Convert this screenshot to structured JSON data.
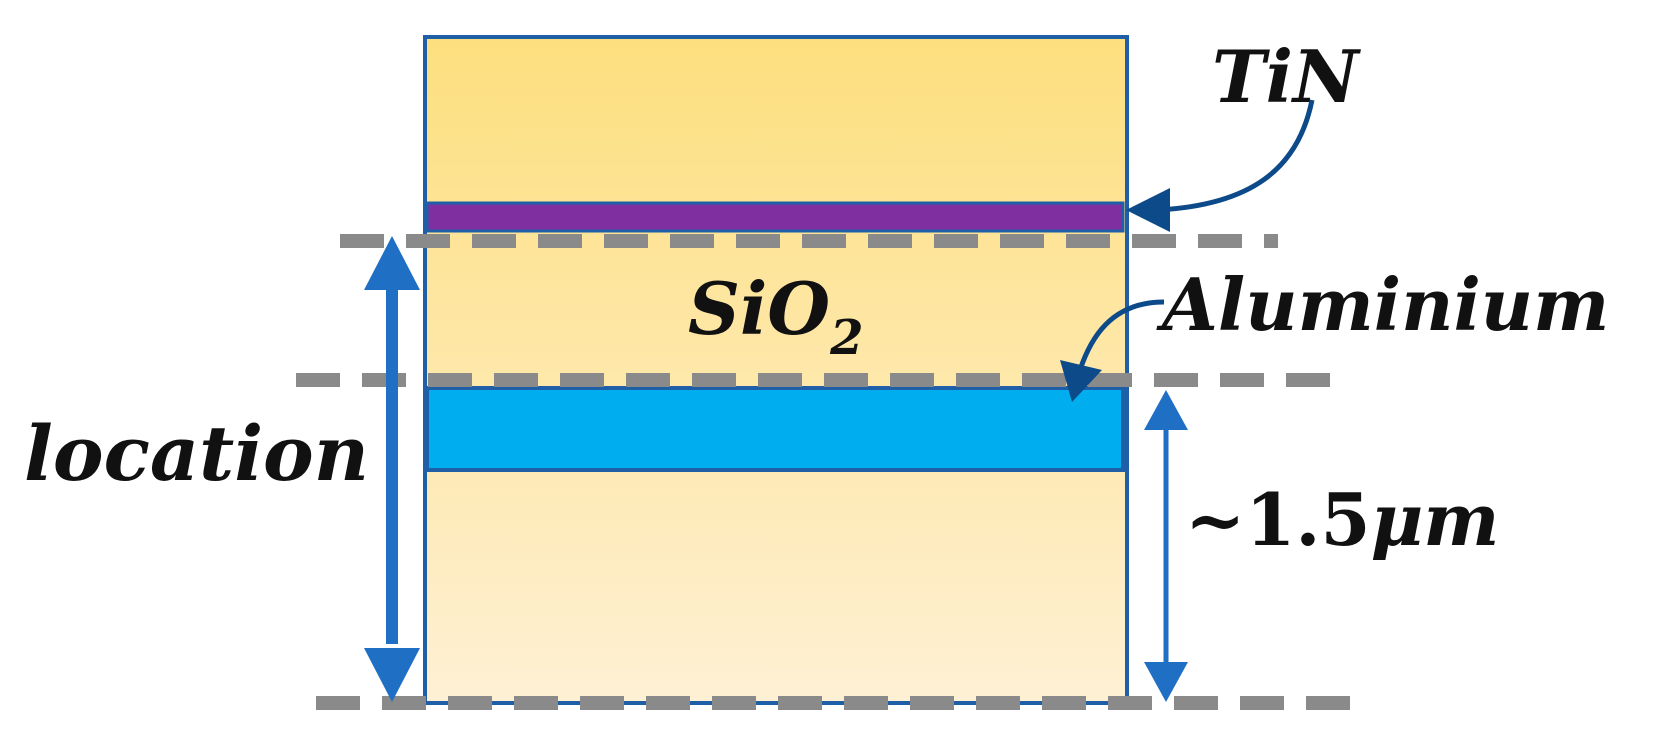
{
  "diagram": {
    "labels": {
      "tin": "TiN",
      "sio2_main": "SiO",
      "sio2_sub": "2",
      "aluminium": "Aluminium",
      "location": "location",
      "depth_tilde": "~",
      "depth_value": "1.5",
      "depth_unit": "μm"
    },
    "colors": {
      "oxide_top": "#FDDF7E",
      "oxide_bottom": "#FEF0D4",
      "border": "#1F5FA8",
      "tin_layer": "#7F2FA0",
      "aluminium_layer": "#00AEEF",
      "dashed_line": "#8A8A8A",
      "arrow": "#1F6FC5",
      "callout": "#0D4A8A"
    },
    "icons": {
      "tin_callout": "curved-arrow-icon",
      "aluminium_callout": "curved-arrow-icon",
      "location_span": "double-arrow-icon",
      "depth_span": "double-arrow-icon"
    }
  }
}
